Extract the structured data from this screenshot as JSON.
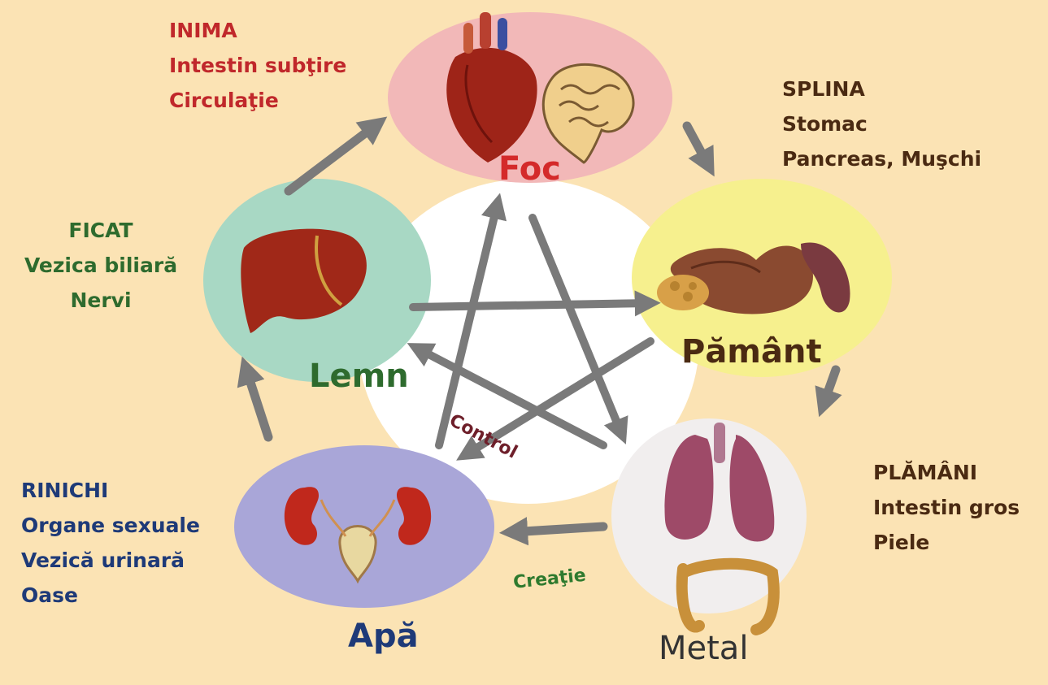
{
  "elements": {
    "fire": {
      "name": "Foc",
      "color": "#d42a2a",
      "organs": [
        "INIMA",
        "Intestin subţire",
        "Circulaţie"
      ],
      "organ_color": "#c0282b",
      "bubble": "#f2b8b8"
    },
    "earth": {
      "name": "Pământ",
      "color": "#4a2a12",
      "organs": [
        "SPLINA",
        "Stomac",
        "Pancreas, Muşchi"
      ],
      "organ_color": "#4a2a12",
      "bubble": "#f6f08e"
    },
    "metal": {
      "name": "Metal",
      "color": "#333333",
      "organs": [
        "PLĂMÂNI",
        "Intestin gros",
        "Piele"
      ],
      "organ_color": "#4a2a12",
      "bubble": "#f1eeee"
    },
    "water": {
      "name": "Apă",
      "color": "#1e3a78",
      "organs": [
        "RINICHI",
        "Organe sexuale",
        "Vezică urinară",
        "Oase"
      ],
      "organ_color": "#1e3a78",
      "bubble": "#a9a6d8"
    },
    "wood": {
      "name": "Lemn",
      "color": "#2e6b2e",
      "organs": [
        "FICAT",
        "Vezica biliară",
        "Nervi"
      ],
      "organ_color": "#2e6b2e",
      "bubble": "#a8d8c4"
    }
  },
  "cycle_labels": {
    "control": "Control",
    "creation": "Creaţie"
  },
  "colors": {
    "background": "#fbe3b4",
    "arrow": "#7a7a7a",
    "control_label": "#6e1f2a",
    "creation_label": "#2e7a2e"
  },
  "icons": [
    "heart-icon",
    "intestine-icon",
    "stomach-icon",
    "spleen-icon",
    "lungs-icon",
    "large-intestine-icon",
    "kidney-icon",
    "bladder-icon",
    "liver-icon"
  ]
}
